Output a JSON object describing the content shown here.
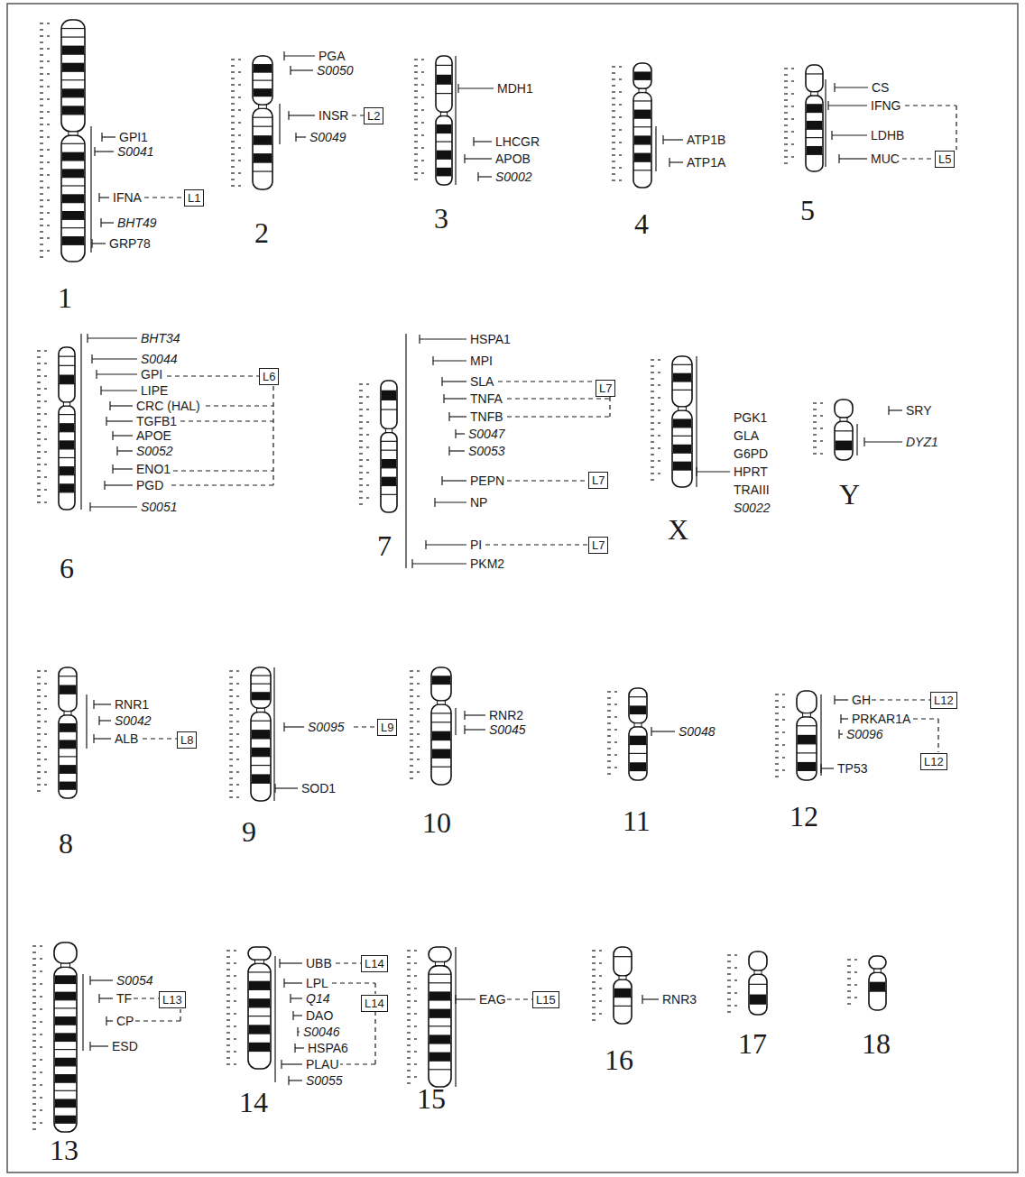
{
  "diagram": {
    "nodes": [
      {
        "text": [
          "L1"
        ]
      },
      {
        "text": [
          "L2"
        ]
      },
      {
        "text": [
          "L5"
        ]
      },
      {
        "text": [
          "L6"
        ]
      },
      {
        "text": [
          "L7"
        ]
      },
      {
        "text": [
          "L7"
        ]
      },
      {
        "text": [
          "L7"
        ]
      },
      {
        "text": [
          "L8"
        ]
      },
      {
        "text": [
          "L9"
        ]
      },
      {
        "text": [
          "L12"
        ]
      },
      {
        "text": [
          "L12"
        ]
      },
      {
        "text": [
          "L13"
        ]
      },
      {
        "text": [
          "L14"
        ]
      },
      {
        "text": [
          "L14"
        ]
      },
      {
        "text": [
          "L15"
        ]
      }
    ],
    "labels": [
      "GPI1",
      "S0041",
      "IFNA",
      "BHT49",
      "GRP78",
      "1",
      "PGA",
      "S0050",
      "INSR",
      "S0049",
      "2",
      "MDH1",
      "LHCGR",
      "APOB",
      "S0002",
      "3",
      "ATP1B",
      "ATP1A",
      "4",
      "CS",
      "IFNG",
      "LDHB",
      "MUC",
      "5",
      "BHT34",
      "S0044",
      "GPI",
      "LIPE",
      "CRC (HAL)",
      "TGFB1",
      "APOE",
      "S0052",
      "ENO1",
      "PGD",
      "S0051",
      "6",
      "HSPA1",
      "MPI",
      "SLA",
      "TNFA",
      "TNFB",
      "S0047",
      "S0053",
      "PEPN",
      "NP",
      "PI",
      "PKM2",
      "7",
      "PGK1",
      "GLA",
      "G6PD",
      "HPRT",
      "TRAIII",
      "S0022",
      "X",
      "SRY",
      "DYZ1",
      "Y",
      "RNR1",
      "S0042",
      "ALB",
      "8",
      "S0095",
      "SOD1",
      "9",
      "RNR2",
      "S0045",
      "10",
      "S0048",
      "11",
      "GH",
      "PRKAR1A",
      "S0096",
      "TP53",
      "12",
      "S0054",
      "TF",
      "CP",
      "ESD",
      "13",
      "UBB",
      "LPL",
      "Q14",
      "DAO",
      "S0046",
      "HSPA6",
      "PLAU",
      "S0055",
      "14",
      "EAG",
      "15",
      "RNR3",
      "16",
      "17",
      "18"
    ]
  }
}
